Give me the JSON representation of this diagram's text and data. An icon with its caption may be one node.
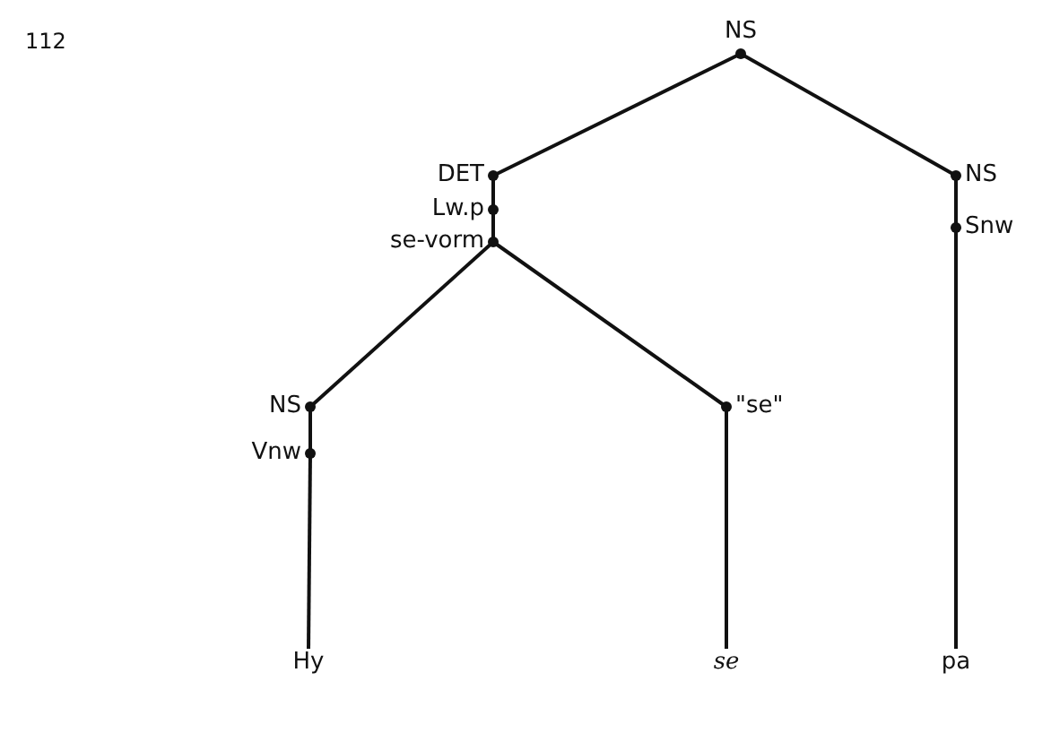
{
  "diagram": {
    "nodes": [
      {
        "text": [
          "NS"
        ]
      },
      {
        "text": [
          "DET"
        ]
      },
      {
        "text": [
          "Lw.p"
        ]
      },
      {
        "text": [
          "se-vorm"
        ]
      },
      {
        "text": [
          "NS"
        ]
      },
      {
        "text": [
          "Vnw"
        ]
      },
      {
        "text": [
          "\"se\""
        ]
      },
      {
        "text": [
          "Hy"
        ]
      },
      {
        "text": [
          "se"
        ]
      },
      {
        "text": [
          "NS"
        ]
      },
      {
        "text": [
          "Snw"
        ]
      },
      {
        "text": [
          "pa"
        ]
      }
    ],
    "edges": [
      {
        "from": 0,
        "to": 1,
        "arrow": "none"
      },
      {
        "from": 0,
        "to": 9,
        "arrow": "none"
      },
      {
        "from": 1,
        "to": 2,
        "arrow": "none"
      },
      {
        "from": 2,
        "to": 3,
        "arrow": "none"
      },
      {
        "from": 3,
        "to": 4,
        "arrow": "none"
      },
      {
        "from": 3,
        "to": 6,
        "arrow": "none"
      },
      {
        "from": 4,
        "to": 5,
        "arrow": "none"
      },
      {
        "from": 5,
        "to": 7,
        "arrow": "none"
      },
      {
        "from": 6,
        "to": 8,
        "arrow": "none"
      },
      {
        "from": 9,
        "to": 10,
        "arrow": "none"
      },
      {
        "from": 10,
        "to": 11,
        "arrow": "none"
      }
    ],
    "labels": [
      "112"
    ]
  }
}
